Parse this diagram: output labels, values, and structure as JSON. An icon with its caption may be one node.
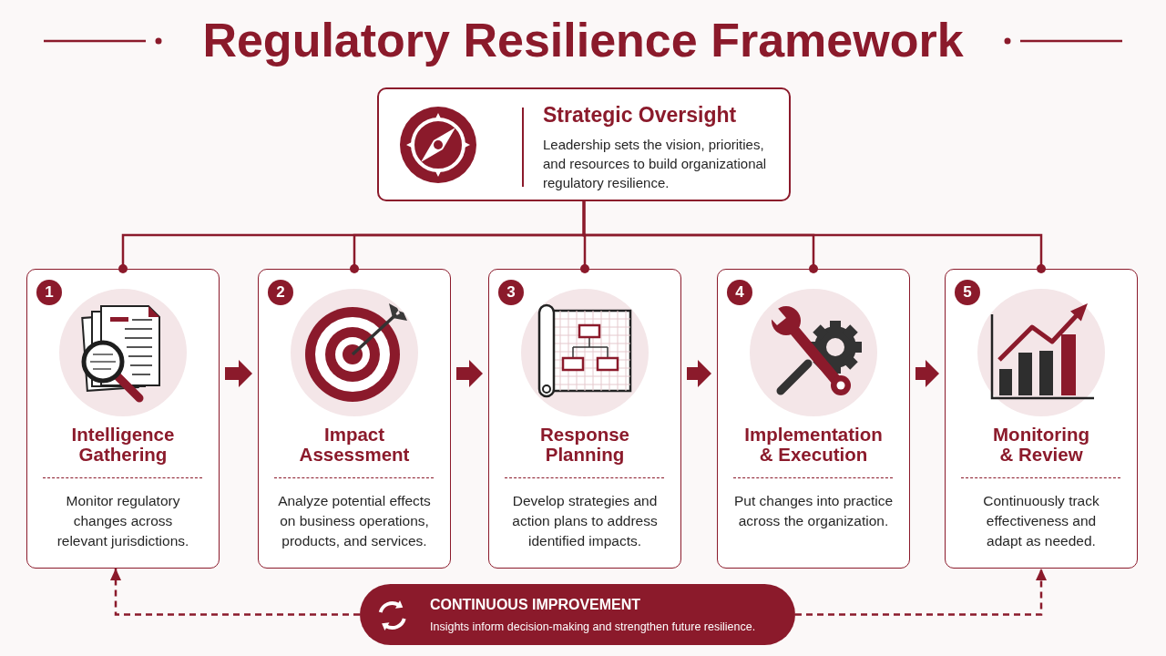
{
  "diagram": {
    "title": "Regulatory Resilience Framework",
    "nodes": [
      {
        "text": [
          "Strategic Oversight",
          "Leadership sets the vision, priorities, and resources to build organizational regulatory resilience."
        ]
      },
      {
        "text": [
          "Intelligence Gathering",
          "Monitor regulatory changes across relevant jurisdictions."
        ]
      },
      {
        "text": [
          "1"
        ],
        "in": 1
      },
      {
        "text": [
          "Impact Assessment",
          "Analyze potential effects on business operations, products, and services."
        ]
      },
      {
        "text": [
          "2"
        ],
        "in": 3
      },
      {
        "text": [
          "Response Planning",
          "Develop strategies and action plans to address identified impacts."
        ]
      },
      {
        "text": [
          "3"
        ],
        "in": 5
      },
      {
        "text": [
          "Implementation & Execution",
          "Put changes into practice across the organization."
        ]
      },
      {
        "text": [
          "4"
        ],
        "in": 7
      },
      {
        "text": [
          "Monitoring & Review",
          "Continuously track effectiveness and adapt as needed."
        ]
      },
      {
        "text": [
          "5"
        ],
        "in": 9
      },
      {
        "text": [
          "CONTINUOUS IMPROVEMENT",
          "Insights inform decision-making and strengthen future resilience."
        ]
      }
    ],
    "edges": [
      {
        "from": 0,
        "to": 1,
        "arrow": "other"
      },
      {
        "from": 0,
        "to": 3,
        "arrow": "other"
      },
      {
        "from": 0,
        "to": 5,
        "arrow": "other"
      },
      {
        "from": 0,
        "to": 7,
        "arrow": "other"
      },
      {
        "from": 0,
        "to": 9,
        "arrow": "other"
      },
      {
        "from": 1,
        "to": 3,
        "arrow": "to",
        "style": "thick"
      },
      {
        "from": 3,
        "to": 5,
        "arrow": "to",
        "style": "thick"
      },
      {
        "from": 5,
        "to": 7,
        "arrow": "to",
        "style": "thick"
      },
      {
        "from": 7,
        "to": 9,
        "arrow": "to",
        "style": "thick"
      },
      {
        "from": 11,
        "to": 1,
        "arrow": "to",
        "style": "dashed"
      },
      {
        "from": 11,
        "to": 9,
        "arrow": "to",
        "style": "dashed"
      }
    ]
  }
}
